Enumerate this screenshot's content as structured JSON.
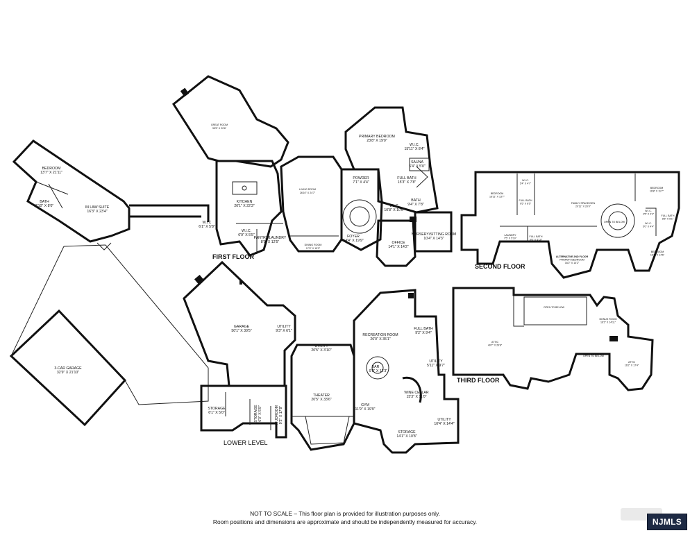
{
  "floors": {
    "first": "FIRST FLOOR",
    "second": "SECOND FLOOR",
    "third": "THIRD FLOOR",
    "lower": "LOWER LEVEL"
  },
  "rooms": {
    "bedroom_inlaw": [
      "BEDROOM",
      "13'7\" X 21'11\""
    ],
    "bath_inlaw": [
      "BATH",
      "8'10\" X 8'0\""
    ],
    "inlaw_suite": [
      "IN LAW SUITE",
      "16'3\" X 23'4\""
    ],
    "great_room": [
      "GREAT ROOM",
      "35'5\" X 20'6\""
    ],
    "kitchen": [
      "KITCHEN",
      "20'1\" X 22'3\""
    ],
    "wic_1a": [
      "W.I.C",
      "6'1\" X 5'8\""
    ],
    "wic_1b": [
      "W.I.C.",
      "6'9\" X 5'5\""
    ],
    "laundry_1": [
      "PANTRY/LAUNDRY",
      "8'9\" X 12'5\""
    ],
    "living_room": [
      "LIVING ROOM",
      "26'10\" X 24'7\""
    ],
    "dining_room": [
      "DINING ROOM",
      "17'9\" X 15'3\""
    ],
    "powder": [
      "POWDER",
      "7'1\" X 4'4\""
    ],
    "foyer": [
      "FOYER",
      "14'4\" X 19'9\""
    ],
    "primary_bedroom": [
      "PRIMARY BEDROOM",
      "23'8\" X 19'0\""
    ],
    "wic_primary": [
      "W.I.C.",
      "15'11\" X 8'4\""
    ],
    "sauna": [
      "SAUNA",
      "6'4\" X 5'0\""
    ],
    "full_bath_1": [
      "FULL BATH",
      "15'3\" X 7'8\""
    ],
    "wic_1c": [
      "W.I.C.",
      "10'8\" X 10'6\""
    ],
    "bath_1": [
      "BATH",
      "9'4\" X 7'8\""
    ],
    "office": [
      "OFFICE",
      "14'1\" X 14'2\""
    ],
    "nursery": [
      "NURSERY/SITTING ROOM",
      "10'4\" X 14'3\""
    ],
    "bedroom_2a": [
      "BEDROOM",
      "16'11\" X 13'7\""
    ],
    "wic_2a": [
      "W.I.C.",
      "5'4\" X 4'7\""
    ],
    "full_bath_2a": [
      "FULL BATH",
      "9'5\" X 8'5\""
    ],
    "family_space": [
      "FAMILY SPACE/GEN",
      "20'11\" X 20'0\""
    ],
    "bedroom_2b": [
      "BEDROOM",
      "16'8\" X 11'7\""
    ],
    "wic_2b": [
      "W.I.C.",
      "4'5\" X 4'4\""
    ],
    "wic_2c": [
      "W.I.C.",
      "5'0\" X 4'4\""
    ],
    "full_bath_2b": [
      "FULL BATH",
      "8'5\" X 6'1\""
    ],
    "open_below_2": [
      "OPEN TO BELOW"
    ],
    "laundry_2": [
      "LAUNDRY",
      "7'5\" X 5'10\""
    ],
    "full_bath_2c": [
      "FULL BATH",
      "9'6\" X 5'10\""
    ],
    "alt_primary": [
      "ALTERNATIVE 2ND FLOOR",
      "PRIMARY BEDROOM",
      "16'2\" X 14'2\""
    ],
    "bedroom_2c": [
      "BEDROOM",
      "16'1\" X 14'6\""
    ],
    "attic_1": [
      "ATTIC",
      "40'7\" X 29'8\""
    ],
    "open_below_3a": [
      "OPEN TO BELOW"
    ],
    "bonus_room": [
      "BONUS ROOM",
      "16'2\" X 14'11\""
    ],
    "open_below_3b": [
      "OPEN TO BELOW"
    ],
    "attic_2": [
      "ATTIC",
      "16'2\" X 17'4\""
    ],
    "garage_3car": [
      "3-CAR GARAGE",
      "32'9\" X 21'10\""
    ],
    "garage": [
      "GARAGE",
      "50'1\" X 30'5\""
    ],
    "utility_a": [
      "UTILITY",
      "9'3\" X 6'1\""
    ],
    "utility_b": [
      "UTILITY",
      "20'5\" X 3'10\""
    ],
    "theater": [
      "THEATER",
      "20'5\" X 33'6\""
    ],
    "storage_a": [
      "STORAGE",
      "6'1\" X 5'0\""
    ],
    "storage_b": [
      "STORAGE",
      "6'0\" X 5'9\""
    ],
    "mudroom": [
      "MUDROOM",
      "9'2\" X 17'8\""
    ],
    "recreation": [
      "RECREATION ROOM",
      "26'0\" X 35'1\""
    ],
    "full_bath_ll": [
      "FULL BATH",
      "9'2\" X 9'4\""
    ],
    "utility_c": [
      "UTILITY",
      "5'11\" X 9'7\""
    ],
    "bar": [
      "BAR",
      "9'8\" X 12'3\""
    ],
    "gym": [
      "GYM",
      "11'9\" X 19'9\""
    ],
    "wine_cellar": [
      "WINE CELLAR",
      "15'3\" X 11'0\""
    ],
    "storage_c": [
      "STORAGE",
      "14'1\" X 10'8\""
    ],
    "utility_d": [
      "UTILITY",
      "10'4\" X 14'4\""
    ]
  },
  "disclaimer": {
    "line1": "NOT TO SCALE – This floor plan is provided for illustration purposes only.",
    "line2": "Room positions and dimensions are approximate and should be independently measured for accuracy."
  },
  "logo": "NJMLS"
}
